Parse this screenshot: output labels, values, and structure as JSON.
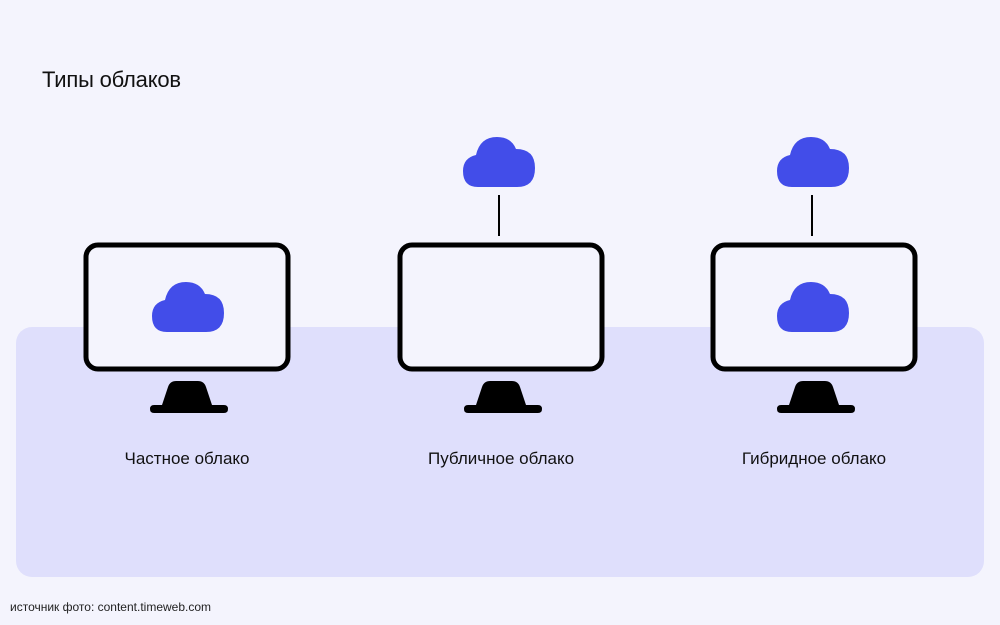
{
  "title": "Типы облаков",
  "colors": {
    "background": "#f4f4fd",
    "band": "#dfdffc",
    "cloud": "#424de9",
    "outline": "#000000"
  },
  "items": [
    {
      "label": "Частное облако",
      "cloud_in_screen": true,
      "cloud_above": false
    },
    {
      "label": "Публичное облако",
      "cloud_in_screen": false,
      "cloud_above": true
    },
    {
      "label": "Гибридное облако",
      "cloud_in_screen": true,
      "cloud_above": true
    }
  ],
  "source": "источник фото: content.timeweb.com"
}
